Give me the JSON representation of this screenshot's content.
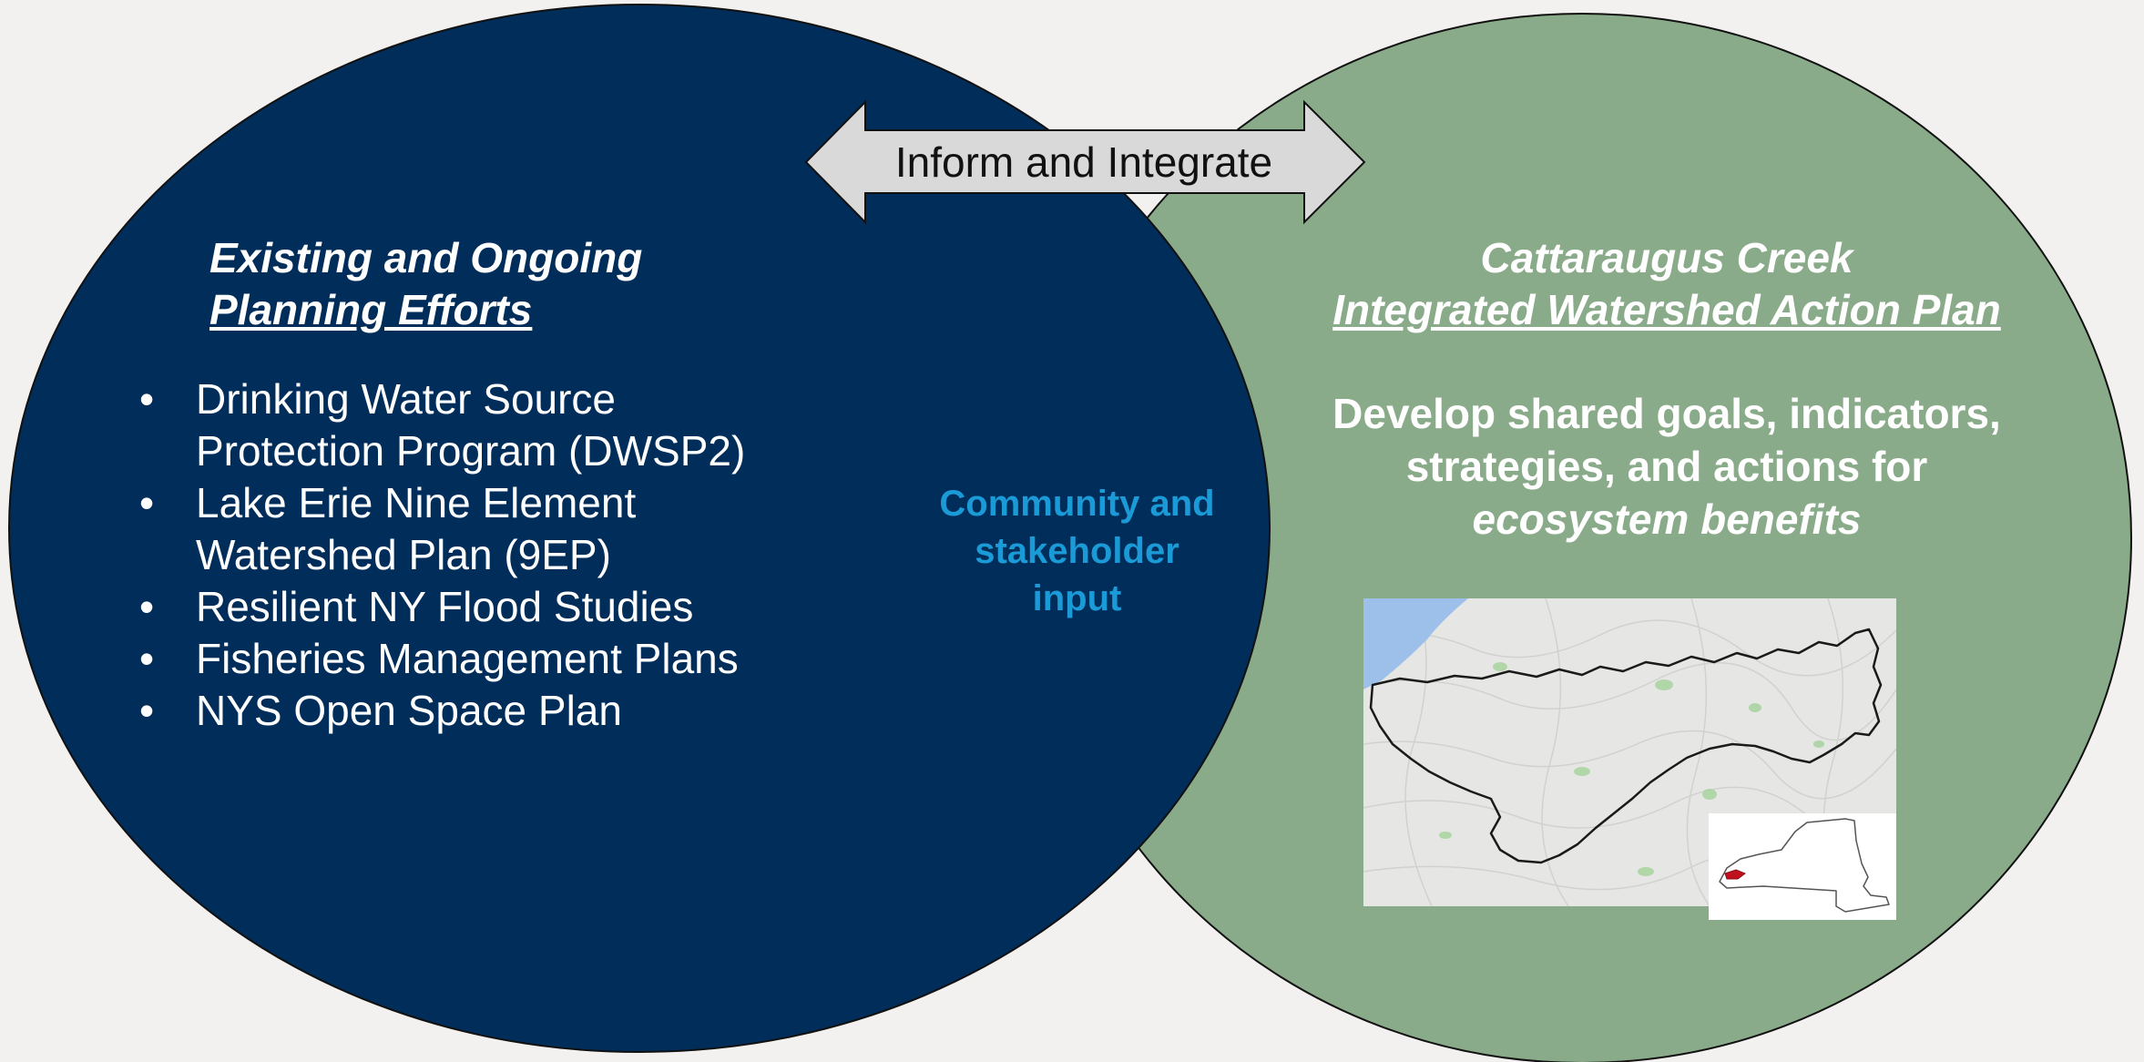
{
  "arrow": {
    "label": "Inform and Integrate"
  },
  "left": {
    "title_line1": "Existing and Ongoing",
    "title_line2": "Planning Efforts",
    "bullet": "•",
    "items": [
      {
        "line1": "Drinking Water Source",
        "line2": "Protection Program (DWSP2)"
      },
      {
        "line1": "Lake Erie Nine Element",
        "line2": "Watershed Plan (9EP)"
      },
      {
        "line1": "Resilient NY Flood Studies",
        "line2": ""
      },
      {
        "line1": "Fisheries Management Plans",
        "line2": ""
      },
      {
        "line1": "NYS Open Space Plan",
        "line2": ""
      }
    ]
  },
  "center": {
    "line1": "Community and",
    "line2": "stakeholder",
    "line3": "input"
  },
  "right": {
    "title_line1": "Cattaraugus Creek",
    "title_line2": "Integrated Watershed Action Plan",
    "goals_line1": "Develop shared goals, indicators,",
    "goals_line2": "strategies, and actions for",
    "goals_line3": "ecosystem benefits"
  },
  "colors": {
    "left_circle": "#012d5a",
    "right_circle": "#8aab89",
    "background": "#f2f1f0",
    "center_text": "#1a9ad6",
    "arrow_fill": "#d9d9d9",
    "highlight": "#c0111f"
  },
  "icons": {
    "watershed_map": "watershed-map",
    "state_locator": "new-york-state-outline"
  }
}
